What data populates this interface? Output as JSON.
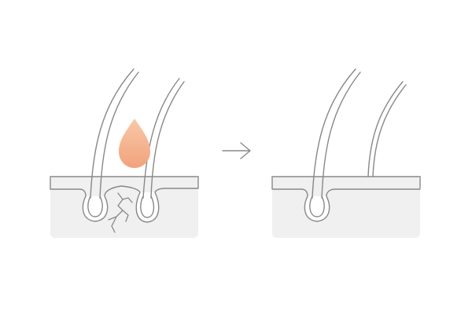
{
  "colors": {
    "background": "#ffffff",
    "skin_fill": "#f0f0f0",
    "outline": "#888888",
    "droplet_gradient_top": "#f8c9a8",
    "droplet_gradient_bottom": "#f2a27c"
  },
  "panels": [
    {
      "state": "before",
      "hairs": 2,
      "droplet": "oil-droplet",
      "cracks": true
    },
    {
      "state": "after",
      "hairs": 2,
      "droplet": null,
      "cracks": false
    }
  ],
  "transition_icon": "arrow-right-icon"
}
